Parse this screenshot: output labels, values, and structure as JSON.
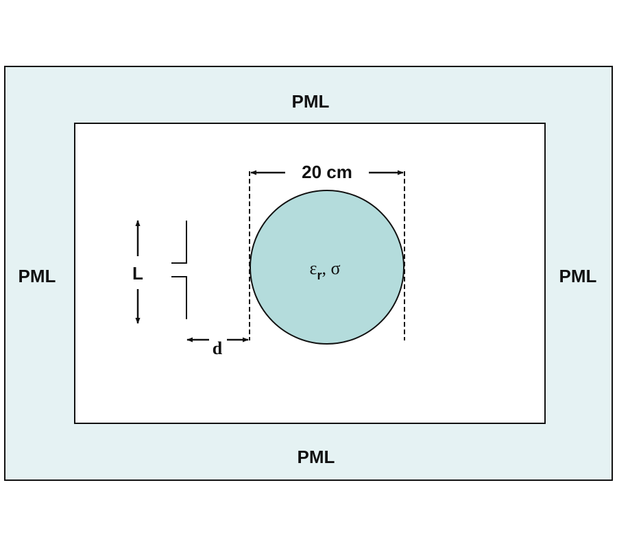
{
  "labels": {
    "pml_top": "PML",
    "pml_bottom": "PML",
    "pml_left": "PML",
    "pml_right": "PML",
    "diameter": "20 cm",
    "length": "L",
    "distance": "d",
    "material_eps": "ε",
    "material_sub": "r",
    "material_rest": ", σ"
  },
  "colors": {
    "pml_fill": "#e5f2f3",
    "cylinder_fill": "#b4dcdc"
  }
}
